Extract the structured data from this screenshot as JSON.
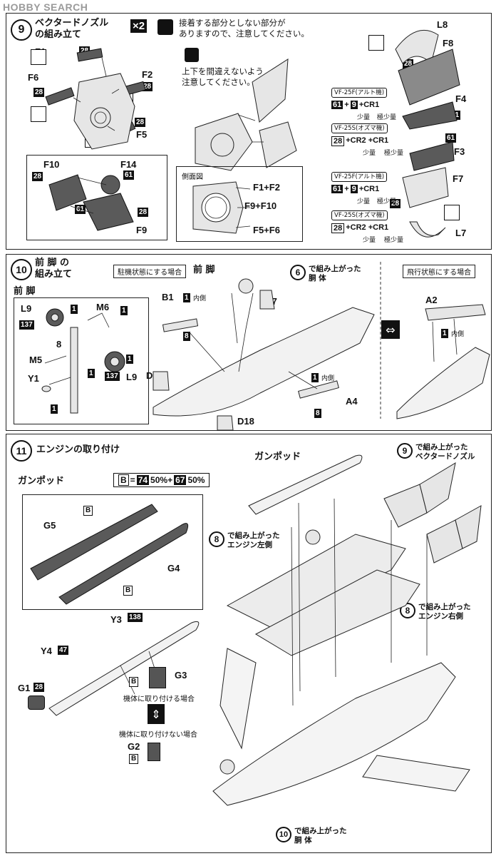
{
  "header": {
    "logo": "HOBBY SEARCH"
  },
  "step9": {
    "number": "9",
    "title": "ベクタードノズル\nの組み立て",
    "count_badge": "×2",
    "note1": "接着する部分としない部分が\nありますので、注意してください。",
    "note2": "上下を間違えないよう\n注意してください。",
    "parts_left": [
      "F1",
      "F6",
      "F2",
      "F5",
      "F10",
      "F14",
      "F9"
    ],
    "badges_left": [
      "28",
      "28",
      "28",
      "28",
      "28",
      "61",
      "61",
      "28"
    ],
    "side_view": {
      "title": "側面図",
      "labels": [
        "F1+F2",
        "F9+F10",
        "F5+F6"
      ]
    },
    "parts_right": [
      "L8",
      "F8",
      "F4",
      "F3",
      "F7",
      "L7"
    ],
    "badges_right": [
      "28",
      "61",
      "61",
      "28"
    ],
    "colors_a": {
      "tag": "VF-25F(アルト機)",
      "formula": [
        "61",
        "+",
        "9",
        "+CR1"
      ],
      "small": [
        "少量",
        "極少量"
      ]
    },
    "colors_b": {
      "tag": "VF-25S(オズマ機)",
      "formula": [
        "28",
        "+CR2 +CR1"
      ],
      "small": [
        "少量",
        "極少量"
      ]
    },
    "colors_c": {
      "tag": "VF-25F(アルト機)",
      "formula": [
        "61",
        "+",
        "9",
        "+CR1"
      ],
      "small": [
        "少量",
        "極少量"
      ]
    },
    "colors_d": {
      "tag": "VF-25S(オズマ機)",
      "formula": [
        "28",
        "+CR2 +CR1"
      ],
      "small": [
        "少量",
        "極少量"
      ]
    }
  },
  "step10": {
    "number": "10",
    "title": "前 脚 の\n組み立て",
    "sub_parked": "駐機状態にする場合",
    "sub_flight": "飛行状態にする場合",
    "front_leg_label": "前 脚",
    "front_leg_label2": "前 脚",
    "parts_box": [
      "L9",
      "M6",
      "8",
      "M5",
      "Y1",
      "L9"
    ],
    "badges_box": [
      "1",
      "137",
      "1",
      "1",
      "137",
      "1",
      "1"
    ],
    "parts_main": [
      "B1",
      "D17",
      "D19",
      "D18",
      "A4",
      "A2"
    ],
    "badges_main": [
      "1",
      "8",
      "1",
      "8",
      "1"
    ],
    "inner_side": "内側",
    "fuselage_ref": {
      "num": "6",
      "text": "で組み上がった\n胴 体"
    }
  },
  "step11": {
    "number": "11",
    "title": "エンジンの取り付け",
    "gunpod_label": "ガンポッド",
    "gunpod_label2": "ガンポッド",
    "mix": {
      "b": "B",
      "eq": "=",
      "c1": "74",
      "p1": "50%+",
      "c2": "67",
      "p2": "50%"
    },
    "parts": [
      "G5",
      "G4",
      "Y3",
      "Y4",
      "G3",
      "G1",
      "G2"
    ],
    "badges": [
      "B",
      "B",
      "138",
      "47",
      "B",
      "28",
      "B"
    ],
    "attach_yes": "機体に取り付ける場合",
    "attach_no": "機体に取り付けない場合",
    "refs": {
      "nozzle": {
        "num": "9",
        "text": "で組み上がった\nベクタードノズル"
      },
      "engine_left": {
        "num": "8",
        "text": "で組み上がった\nエンジン左側"
      },
      "engine_right": {
        "num": "8",
        "text": "で組み上がった\nエンジン右側"
      },
      "fuselage": {
        "num": "10",
        "text": "で組み上がった\n胴 体"
      }
    }
  }
}
